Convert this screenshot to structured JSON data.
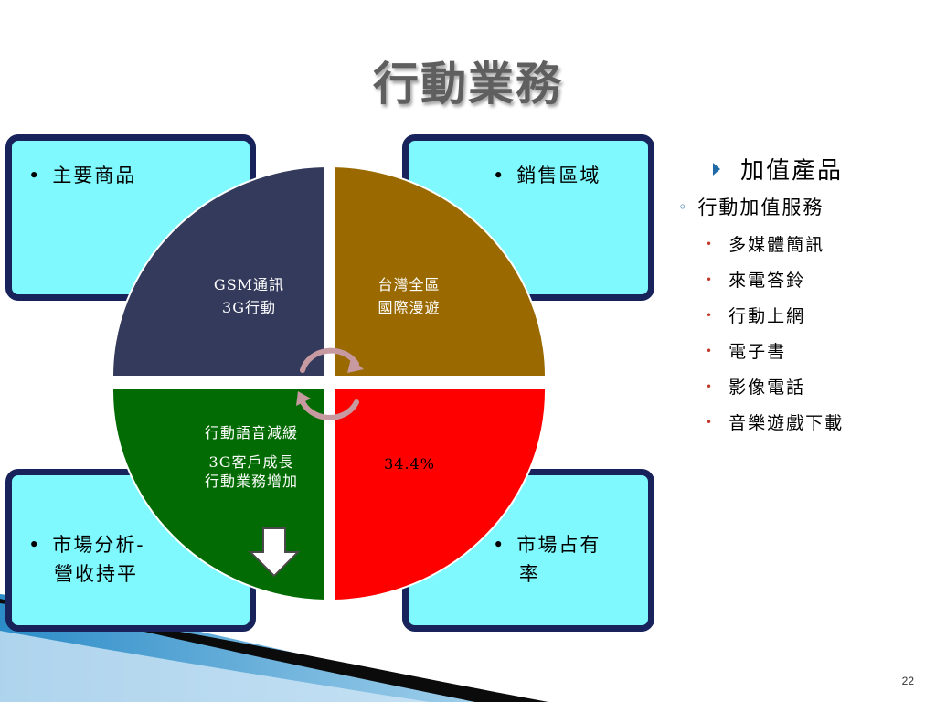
{
  "title": "行動業務",
  "boxes": {
    "top_left": "主要商品",
    "top_right": "銷售區域",
    "bottom_left": [
      "市場分析-",
      "營收持平"
    ],
    "bottom_right": [
      "市場占有",
      "率"
    ]
  },
  "quadrants": {
    "top_left": {
      "lines": [
        "GSM通訊",
        "3G行動"
      ],
      "color": "#343a5c"
    },
    "top_right": {
      "lines": [
        "台灣全區",
        "國際漫遊"
      ],
      "color": "#9a6a00"
    },
    "bottom_left": {
      "lines": [
        "行動語音減緩",
        "3G客戶成長",
        "行動業務增加"
      ],
      "color": "#036b03"
    },
    "bottom_right": {
      "lines": [
        "34.4%"
      ],
      "color": "#fe0000"
    }
  },
  "icons": {
    "cycle": "cycle-arrows-icon",
    "down": "down-arrow-icon",
    "bullet_triangle": "triangle-bullet-icon",
    "bullet_circle": "circle-bullet-icon"
  },
  "right_list": {
    "level1": "加值產品",
    "level2": "行動加值服務",
    "items": [
      "多媒體簡訊",
      "來電答鈴",
      "行動上網",
      "電子書",
      "影像電話",
      "音樂遊戲下載"
    ]
  },
  "colors": {
    "box_fill": "#7ff9fd",
    "box_border": "#17235a",
    "accent_blue": "#1f6aa6"
  },
  "page_number": "22"
}
